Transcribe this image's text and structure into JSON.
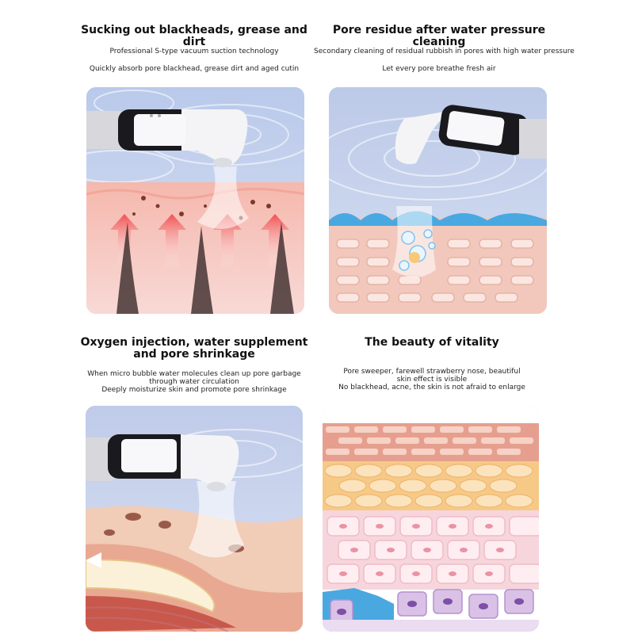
{
  "panels": [
    {
      "title": "Sucking out blackheads, grease and dirt",
      "lines": [
        "Professional S-type vacuum suction technology",
        "Quickly absorb pore blackhead, grease dirt and aged cutin"
      ]
    },
    {
      "title": "Pore residue after water pressure cleaning",
      "lines": [
        "Secondary cleaning of residual rubbish in pores with high water pressure",
        "Let every pore breathe fresh air"
      ]
    },
    {
      "title": "Oxygen injection, water supplement\nand pore shrinkage",
      "lines": [
        "When micro bubble water molecules clean up pore garbage",
        "through water circulation",
        "Deeply moisturize skin and promote pore shrinkage"
      ]
    },
    {
      "title": "The beauty of vitality",
      "lines": [
        "Pore sweeper, farewell strawberry nose, beautiful",
        "skin effect is visible",
        "No blackhead, acne, the skin is not afraid to enlarge"
      ]
    }
  ]
}
